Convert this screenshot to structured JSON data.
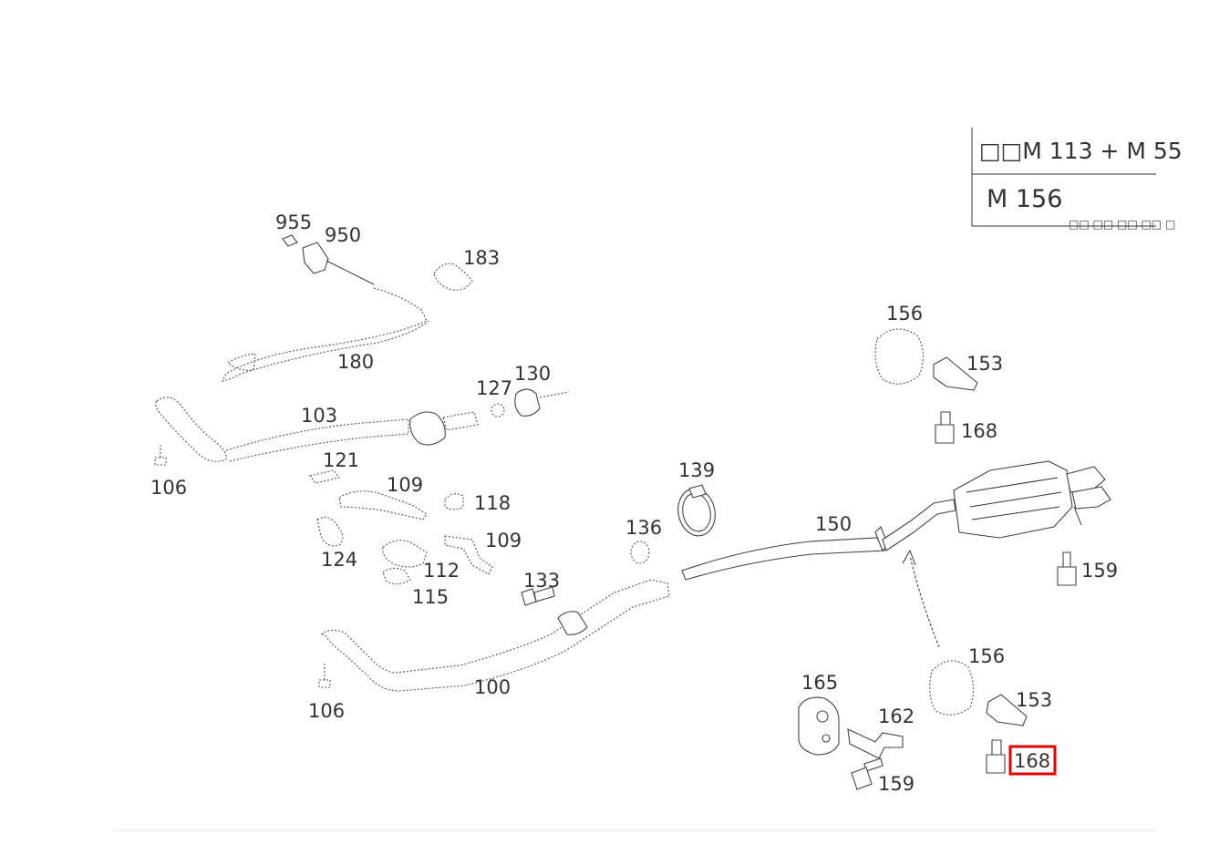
{
  "engine_box": {
    "line1": "□□M 113 + M 55",
    "line2": "M 156",
    "note": "□□ □□ □□ □□ □"
  },
  "labels": {
    "p955": "955",
    "p950": "950",
    "p183": "183",
    "p180": "180",
    "p103": "103",
    "p127": "127",
    "p130": "130",
    "p106a": "106",
    "p121": "121",
    "p109a": "109",
    "p118": "118",
    "p109b": "109",
    "p124": "124",
    "p112": "112",
    "p115": "115",
    "p139": "139",
    "p136": "136",
    "p133": "133",
    "p150": "150",
    "p100": "100",
    "p106b": "106",
    "p156a": "156",
    "p153a": "153",
    "p168a": "168",
    "p159a": "159",
    "p156b": "156",
    "p153b": "153",
    "p165": "165",
    "p162": "162",
    "p159b": "159",
    "p168b": "168"
  },
  "highlight": {
    "part": "168",
    "color": "#e00000"
  }
}
